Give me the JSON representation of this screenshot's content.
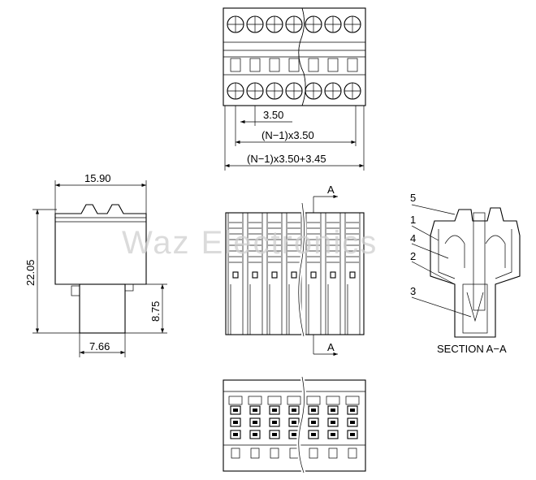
{
  "watermark": "Waz Electronics",
  "top_view": {
    "dim_pitch": "3.50",
    "dim_span": "(N−1)x3.50",
    "dim_total": "(N−1)x3.50+3.45"
  },
  "side_view": {
    "dim_width": "15.90",
    "dim_height": "22.05",
    "dim_pin_height": "8.75",
    "dim_pin_width": "7.66"
  },
  "front_view": {
    "section_mark_top": "A",
    "section_mark_bottom": "A"
  },
  "section_view": {
    "callouts": [
      "5",
      "1",
      "4",
      "2",
      "3"
    ],
    "caption": "SECTION  A−A"
  }
}
